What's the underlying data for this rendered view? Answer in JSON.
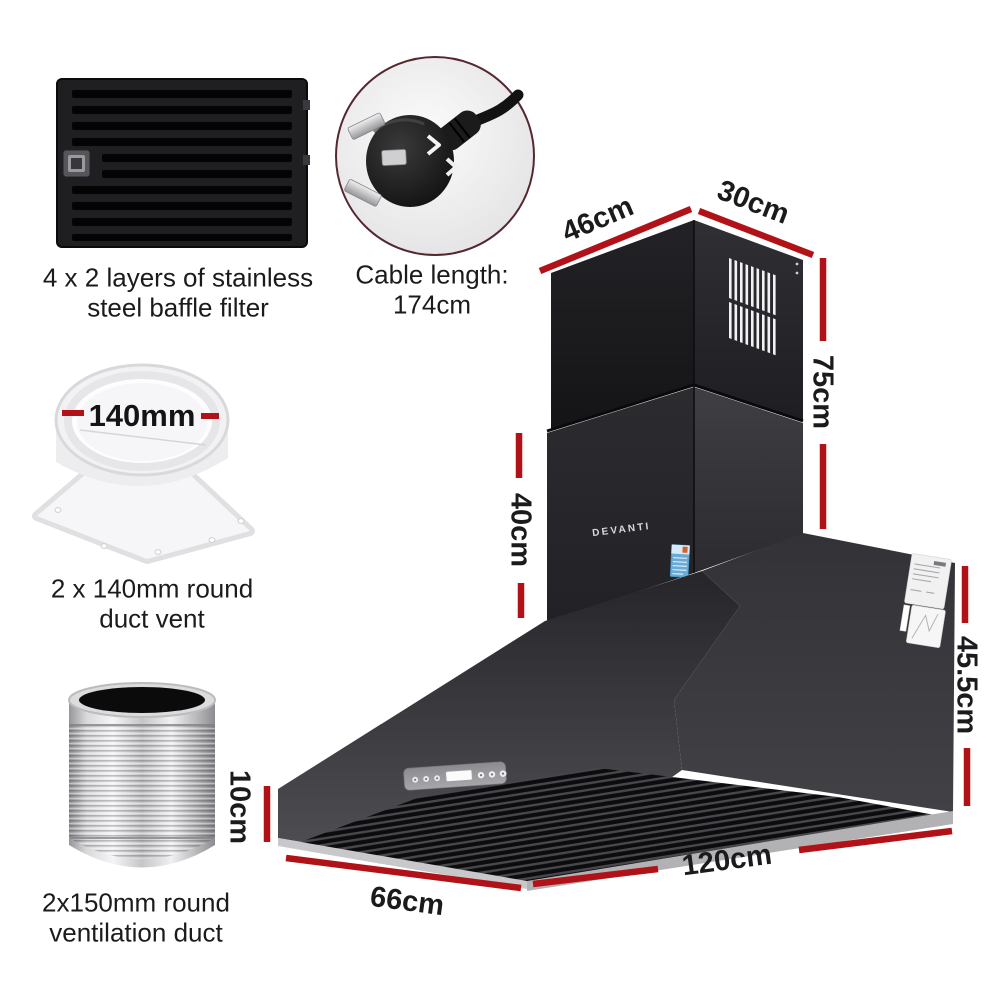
{
  "colors": {
    "accent_red": "#b01218",
    "text": "#1b1b1d",
    "background": "#ffffff"
  },
  "product": {
    "brand": "DEVANTI"
  },
  "callouts": {
    "baffle_filter": {
      "caption": "4 x 2 layers of stainless\nsteel baffle filter"
    },
    "power_cable": {
      "caption": "Cable length:\n174cm"
    },
    "duct_vent": {
      "caption": "2 x 140mm round\nduct vent",
      "diameter": "140mm"
    },
    "ventilation_duct": {
      "caption": "2x150mm round\nventilation duct"
    }
  },
  "dimensions": {
    "top_depth": "46cm",
    "top_width": "30cm",
    "chimney_height": "75cm",
    "chimney_lower_height": "40cm",
    "hood_height": "45.5cm",
    "rim_height": "10cm",
    "hood_depth": "66cm",
    "hood_width": "120cm"
  }
}
